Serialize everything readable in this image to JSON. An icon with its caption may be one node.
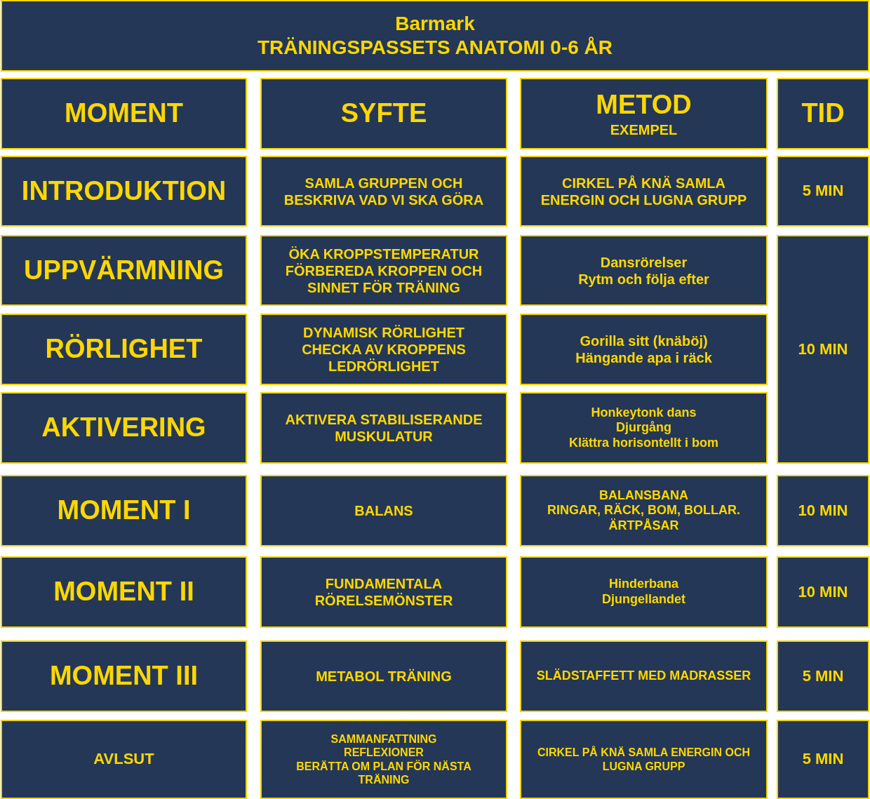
{
  "diagram": {
    "nodes": [
      {
        "text": [
          "Barmark",
          "TRÄNINGSPASSETS ANATOMI 0-6 ÅR"
        ]
      },
      {
        "text": [
          "MOMENT"
        ]
      },
      {
        "text": [
          "SYFTE"
        ]
      },
      {
        "text": [
          "METOD",
          "EXEMPEL"
        ]
      },
      {
        "text": [
          "TID"
        ]
      },
      {
        "text": [
          "INTRODUKTION"
        ]
      },
      {
        "text": [
          "SAMLA GRUPPEN OCH BESKRIVA VAD VI SKA GÖRA"
        ]
      },
      {
        "text": [
          "CIRKEL PÅ KNÄ SAMLA ENERGIN OCH LUGNA GRUPP"
        ]
      },
      {
        "text": [
          "5 MIN"
        ]
      },
      {
        "text": [
          "UPPVÄRMNING"
        ]
      },
      {
        "text": [
          "ÖKA KROPPSTEMPERATUR",
          "FÖRBEREDA KROPPEN OCH SINNET FÖR TRÄNING"
        ]
      },
      {
        "text": [
          "Dansrörelser",
          "Rytm och följa efter"
        ]
      },
      {
        "text": [
          "10 MIN"
        ]
      },
      {
        "text": [
          "RÖRLIGHET"
        ]
      },
      {
        "text": [
          "DYNAMISK RÖRLIGHET",
          "CHECKA AV KROPPENS LEDRÖRLIGHET"
        ]
      },
      {
        "text": [
          "Gorilla sitt (knäböj)",
          "Hängande apa i räck"
        ]
      },
      {
        "text": [
          "AKTIVERING"
        ]
      },
      {
        "text": [
          "AKTIVERA STABILISERANDE MUSKULATUR"
        ]
      },
      {
        "text": [
          "Honkeytonk dans",
          "Djurgång",
          "Klättra horisontellt i bom"
        ]
      },
      {
        "text": [
          "MOMENT I"
        ]
      },
      {
        "text": [
          "BALANS"
        ]
      },
      {
        "text": [
          "BALANSBANA",
          "RINGAR, RÄCK, BOM, BOLLAR. ÄRTPÅSAR"
        ]
      },
      {
        "text": [
          "10 MIN"
        ]
      },
      {
        "text": [
          "MOMENT II"
        ]
      },
      {
        "text": [
          "FUNDAMENTALA RÖRELSEMÖNSTER"
        ]
      },
      {
        "text": [
          "Hinderbana",
          "Djungellandet"
        ]
      },
      {
        "text": [
          "10 MIN"
        ]
      },
      {
        "text": [
          "MOMENT III"
        ]
      },
      {
        "text": [
          "METABOL TRÄNING"
        ]
      },
      {
        "text": [
          "SLÄDSTAFFETT MED MADRASSER"
        ]
      },
      {
        "text": [
          "5 MIN"
        ]
      },
      {
        "text": [
          "AVLSUT"
        ]
      },
      {
        "text": [
          "SAMMANFATTNING",
          "REFLEXIONER",
          "BERÄTTA OM PLAN FÖR NÄSTA TRÄNING"
        ]
      },
      {
        "text": [
          "CIRKEL PÅ KNÄ SAMLA ENERGIN OCH LUGNA GRUPP"
        ]
      },
      {
        "text": [
          "5 MIN"
        ]
      }
    ]
  }
}
